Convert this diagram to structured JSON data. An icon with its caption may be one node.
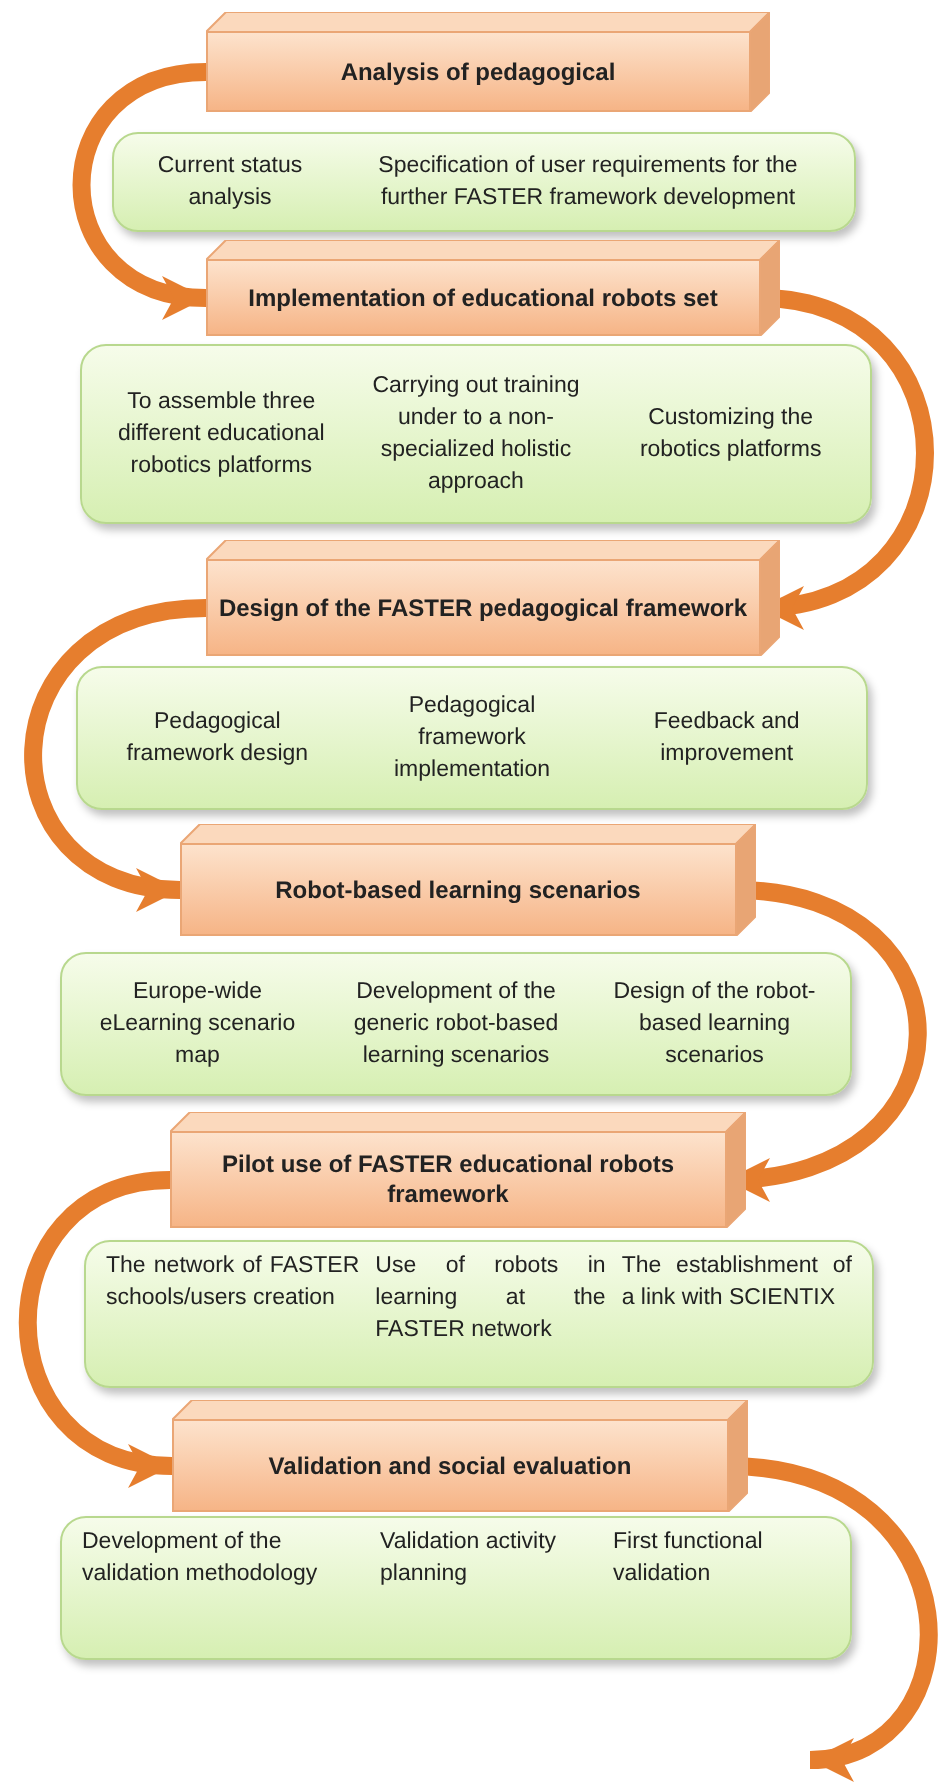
{
  "diagram": {
    "nodes": [
      {
        "text": [
          "Analysis of pedagogical"
        ]
      },
      {
        "text": [
          "Current status analysis",
          "Specification of user requirements for the further FASTER framework development"
        ]
      },
      {
        "text": [
          "Implementation of educational robots set"
        ]
      },
      {
        "text": [
          "To assemble three different educational robotics platforms",
          "Carrying out training under to a non-specialized holistic approach",
          "Customizing the robotics platforms"
        ]
      },
      {
        "text": [
          "Design of the FASTER pedagogical framework"
        ]
      },
      {
        "text": [
          "Pedagogical framework design",
          "Pedagogical framework implementation",
          "Feedback and improvement"
        ]
      },
      {
        "text": [
          "Robot-based learning scenarios"
        ]
      },
      {
        "text": [
          "Europe-wide eLearning scenario map",
          "Development of the generic robot-based learning scenarios",
          "Design of the robot-based learning scenarios"
        ]
      },
      {
        "text": [
          "Pilot  use of FASTER educational robots framework"
        ]
      },
      {
        "text": [
          "The network of FASTER schools/users creation",
          "Use of robots in learning at the FASTER network",
          "The establishment of a link with SCIENTIX"
        ]
      },
      {
        "text": [
          "Validation and social evaluation"
        ]
      },
      {
        "text": [
          "Development of the validation methodology",
          "Validation activity planning",
          "First functional validation"
        ]
      }
    ],
    "edges": [
      {
        "from": 0,
        "to": 2,
        "arrow": "to"
      },
      {
        "from": 2,
        "to": 4,
        "arrow": "to"
      },
      {
        "from": 4,
        "to": 6,
        "arrow": "to"
      },
      {
        "from": 6,
        "to": 8,
        "arrow": "to"
      },
      {
        "from": 8,
        "to": 10,
        "arrow": "to"
      },
      {
        "from": 10,
        "to": null,
        "arrow": "to"
      }
    ]
  }
}
